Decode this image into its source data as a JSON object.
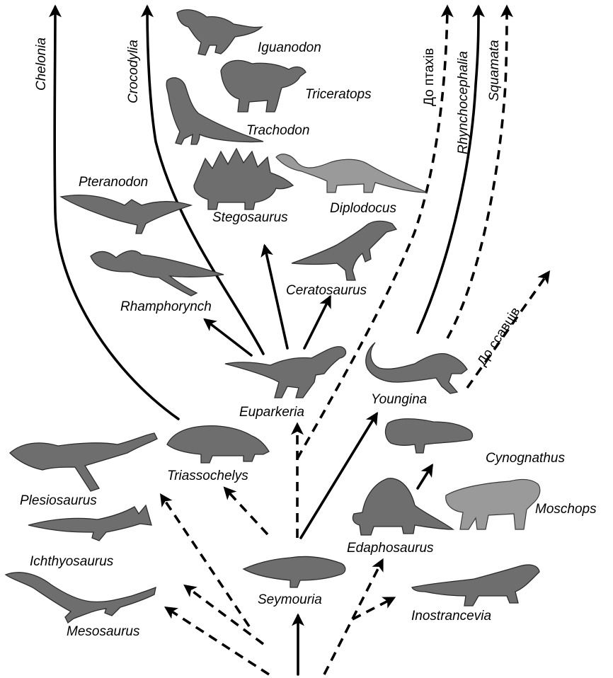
{
  "labels": {
    "chelonia": "Chelonia",
    "crocodylia": "Crocodylia",
    "do_ptakhiv": "До птахів",
    "rhynchocephalia": "Rhynchocephalia",
    "squamata": "Squamata",
    "do_ssavtsiv": "До ссавців",
    "iguanodon": "Iguanodon",
    "triceratops": "Triceratops",
    "trachodon": "Trachodon",
    "stegosaurus": "Stegosaurus",
    "diplodocus": "Diplodocus",
    "pteranodon": "Pteranodon",
    "rhamphorynch": "Rhamphorynch",
    "ceratosaurus": "Ceratosaurus",
    "euparkeria": "Euparkeria",
    "youngina": "Youngina",
    "triassochelys": "Triassochelys",
    "cynognathus": "Cynognathus",
    "plesiosaurus": "Plesiosaurus",
    "moschops": "Moschops",
    "ichthyosaurus": "Ichthyosaurus",
    "edaphosaurus": "Edaphosaurus",
    "seymouria": "Seymouria",
    "mesosaurus": "Mesosaurus",
    "inostrancevia": "Inostrancevia"
  }
}
